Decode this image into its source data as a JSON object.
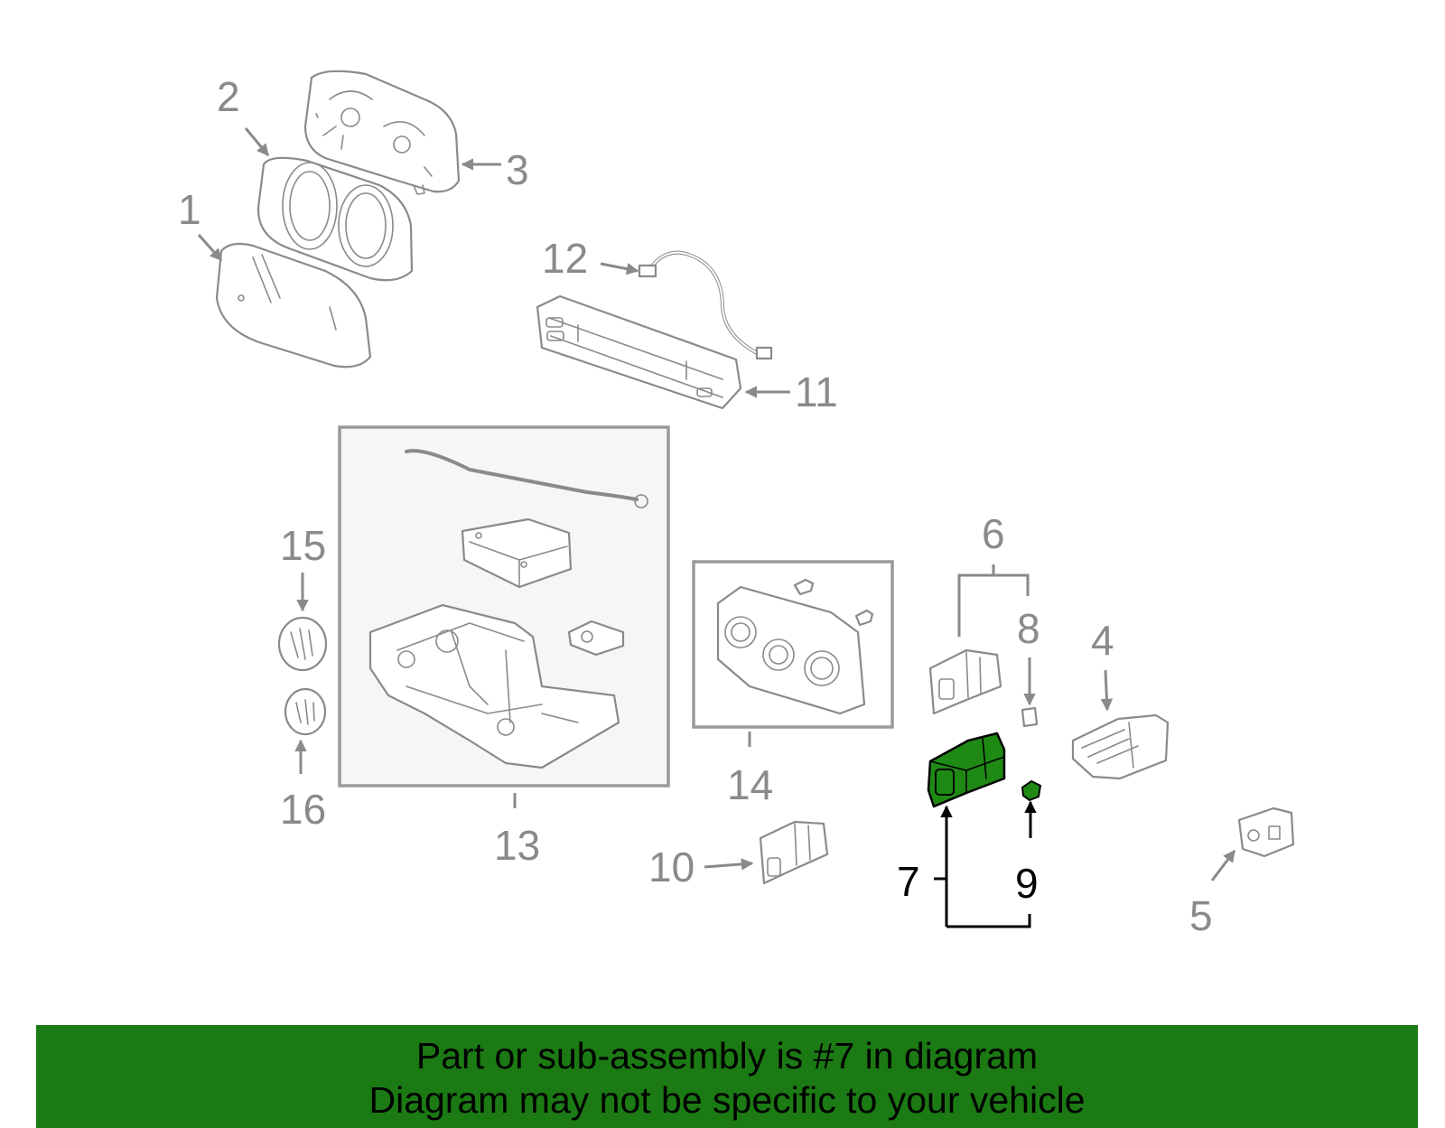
{
  "callouts": {
    "c1": "1",
    "c2": "2",
    "c3": "3",
    "c4": "4",
    "c5": "5",
    "c6": "6",
    "c7": "7",
    "c8": "8",
    "c9": "9",
    "c10": "10",
    "c11": "11",
    "c12": "12",
    "c13": "13",
    "c14": "14",
    "c15": "15",
    "c16": "16"
  },
  "highlight": {
    "part_number": "7",
    "fill_color": "#1e8a14",
    "related": [
      "7",
      "9"
    ]
  },
  "banner": {
    "line1": "Part or sub-assembly is #7 in diagram",
    "line2": "Diagram may not be specific to your vehicle",
    "color": "#1b7a13"
  }
}
